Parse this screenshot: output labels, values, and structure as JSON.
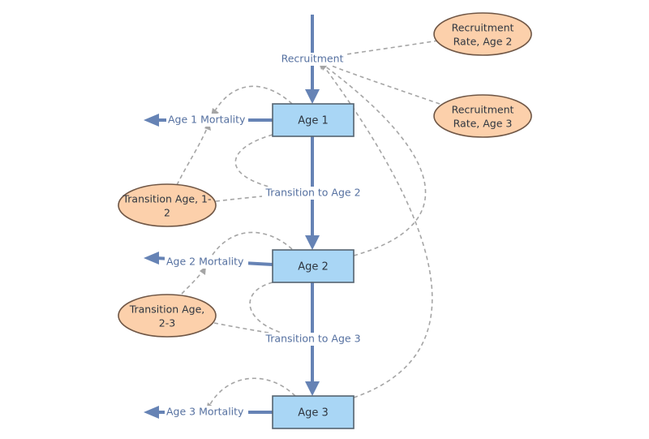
{
  "diagram": {
    "stocks": {
      "age1": "Age 1",
      "age2": "Age 2",
      "age3": "Age 3"
    },
    "flows": {
      "recruitment": "Recruitment",
      "transition_age2": "Transition to Age 2",
      "transition_age3": "Transition to Age 3",
      "mortality1": "Age 1 Mortality",
      "mortality2": "Age 2 Mortality",
      "mortality3": "Age 3 Mortality"
    },
    "converters": {
      "recruitment_rate_age2": [
        "Recruitment",
        "Rate, Age 2"
      ],
      "recruitment_rate_age3": [
        "Recruitment",
        "Rate, Age 3"
      ],
      "transition_age_1_2": [
        "Transition Age, 1-",
        "2"
      ],
      "transition_age_2_3": [
        "Transition Age,",
        "2-3"
      ]
    },
    "colors": {
      "stock_fill": "#a9d6f5",
      "converter_fill": "#fcd0ab",
      "flow": "#6683b5",
      "link": "#a5a5a5"
    }
  }
}
